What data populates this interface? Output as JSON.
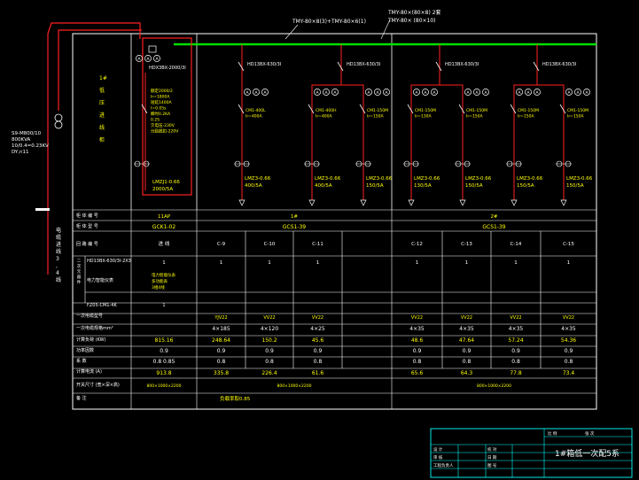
{
  "colors": {
    "background": "#000000",
    "busbar": "#00e000",
    "feeder": "#ff2020",
    "frame": "#ffffff",
    "label": "#ffff00",
    "title": "#ffffff",
    "title_block_frame": "#00ffff"
  },
  "top_labels": {
    "busbar_spec": "TMY-80×8(3)+TMY-80×6(1)",
    "bus_note_1": "TMY-80×(80×8) 2套",
    "bus_note_2": "TMY-80× (80×10)"
  },
  "transformer": {
    "spec": "S9-M800/10\n800KVA\n10/0.4=0.23KV\nDY,n11",
    "cable_label": "电缆进线3,4线"
  },
  "incoming_box": {
    "title": "1#\n低\n压\n进\n线\n柜",
    "breaker": "HDX3BX-2000/3I",
    "params": "额定2000/2\nIr=1800A\n短延1400A\nI=0.05s\n瞬时0.2KA\n0.2S\n欠电压-230V\n分励脱扣-220V",
    "ct": "LMZJ1-0.66\n2000/5A"
  },
  "feeders": [
    {
      "breaker": "HD13BX-630/3I",
      "sub": ""
    },
    {
      "breaker": "HD13BX-630/3I",
      "sub": ""
    },
    {
      "breaker": "HD13BX-630/3I",
      "sub": ""
    },
    {
      "breaker": "HD13BX-630/3I",
      "sub": ""
    }
  ],
  "branches": [
    {
      "breaker": "CM1-400L\nIr=400A",
      "ct": "LMZ3-0.66\n400/5A"
    },
    {
      "breaker": "CM1-400H\nIr=400A",
      "ct": "LMZ3-0.66\n400/5A"
    },
    {
      "breaker": "CM1-150M\nIr=150A",
      "ct": "LMZ3-0.66\n150/5A"
    },
    {
      "breaker": "CM1-150M\nIr=130A",
      "ct": "LMZ3-0.66\n130/5A"
    },
    {
      "breaker": "CM1-150M\nIr=150A",
      "ct": "LMZ3-0.66\n150/5A"
    },
    {
      "breaker": "CM1-150M\nIr=150A",
      "ct": "LMZ3-0.66\n150/5A"
    },
    {
      "breaker": "CM1-150M\nIr=150A",
      "ct": "LMZ3-0.66\n150/5A"
    }
  ],
  "table": {
    "row_headers": [
      "柜 体 编 号",
      "柜 体 型 号",
      "回 路 编 号",
      "HD13BX-630/3I-2X3",
      "电力智能仪表",
      "FZ05-CM1-4K",
      "一次电缆型号",
      "一次电缆规格mm²",
      "计算负荷 (KW)",
      "功率因数",
      "系 数",
      "计算电流 (A)",
      "开关尺寸 (宽×深×高)",
      "备 注"
    ],
    "side_label": "二次元器件",
    "cabinet_numbers": [
      "11AP",
      "1#",
      "2#"
    ],
    "cabinet_models": [
      "GCK1-02",
      "GCS1-39",
      "GCS1-39"
    ],
    "circuits": [
      "进 线",
      "C-9",
      "C-10",
      "C-11",
      "C-12",
      "C-13",
      "C-14",
      "C-15"
    ],
    "switch_counts": [
      "1",
      "1",
      "1",
      "1",
      "1",
      "1",
      "1",
      "1"
    ],
    "meter_note": "电力智能仪表\n多功能表\n3相4线",
    "fz_count": "1",
    "cable_types": [
      "",
      "YJV22",
      "VV22",
      "VV22",
      "VV22",
      "VV22",
      "VV22",
      "VV22"
    ],
    "cable_specs": [
      "",
      "4×185",
      "4×120",
      "4×25",
      "4×35",
      "4×35",
      "4×35",
      "4×35"
    ],
    "loads": [
      "815.16",
      "248.64",
      "150.2",
      "45.6",
      "48.6",
      "47.64",
      "57.24",
      "54.36"
    ],
    "power_factors": [
      "0.9",
      "0.9",
      "0.9",
      "0.9",
      "0.9",
      "0.9",
      "0.9",
      "0.9"
    ],
    "coefficients": [
      "0.8  0.85",
      "0.8",
      "0.8",
      "0.8",
      "0.8",
      "0.8",
      "0.8",
      "0.8"
    ],
    "currents": [
      "913.8",
      "335.8",
      "226.4",
      "61.6",
      "65.6",
      "64.3",
      "77.8",
      "73.4"
    ],
    "sizes": [
      "800×1000×2200",
      "800×1000×2200",
      "800×1000×2200"
    ],
    "remarks": [
      "负载率取0.85"
    ]
  },
  "title_block": {
    "title": "1#箱低一次配5系",
    "labels": [
      "设 计",
      "审 核",
      "工程负责人",
      "校 对",
      "日 期",
      "图 号",
      "比 例",
      "张 次"
    ]
  }
}
